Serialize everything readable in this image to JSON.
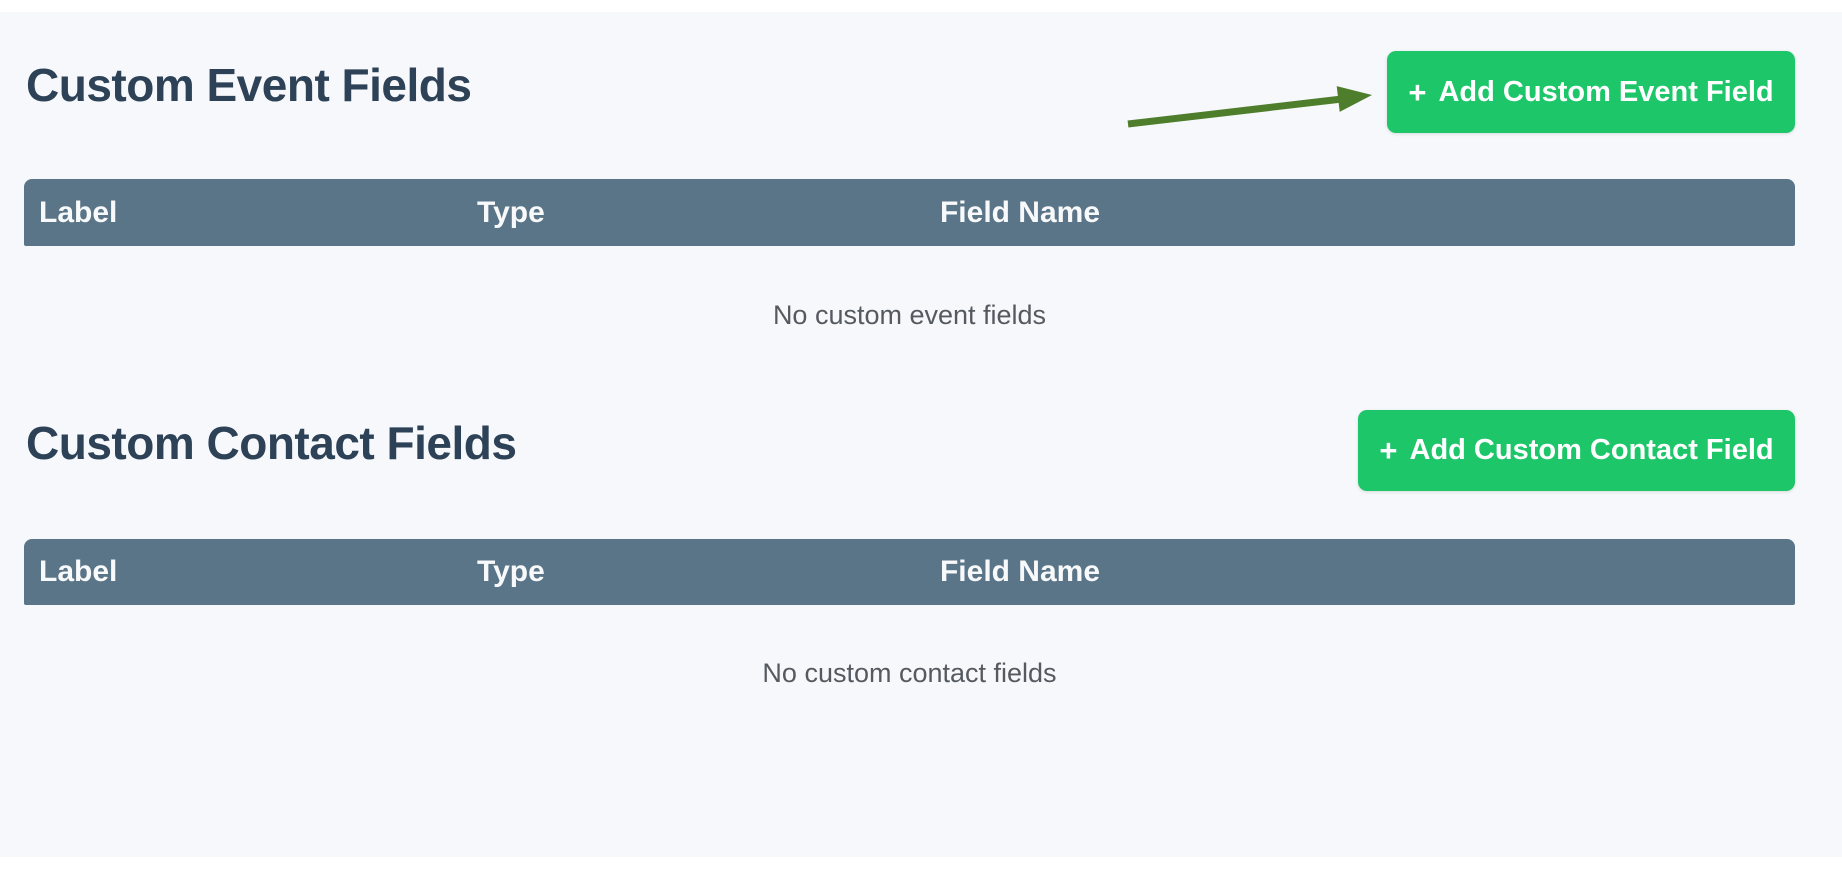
{
  "colors": {
    "page_background": "#f7f8fb",
    "accent_green": "#1ec66a",
    "table_header_bg": "#5a7488",
    "heading_text": "#2d4257",
    "arrow_green": "#4e7d2b",
    "muted_text": "#555a61"
  },
  "icons": {
    "plus": "+"
  },
  "annotation": {
    "type": "arrow",
    "points_to": "Add Custom Event Field button"
  },
  "sections": [
    {
      "title": "Custom Event Fields",
      "add_button_label": "Add Custom Event Field",
      "columns": [
        "Label",
        "Type",
        "Field Name"
      ],
      "empty_message": "No custom event fields"
    },
    {
      "title": "Custom Contact Fields",
      "add_button_label": "Add Custom Contact Field",
      "columns": [
        "Label",
        "Type",
        "Field Name"
      ],
      "empty_message": "No custom contact fields"
    }
  ]
}
